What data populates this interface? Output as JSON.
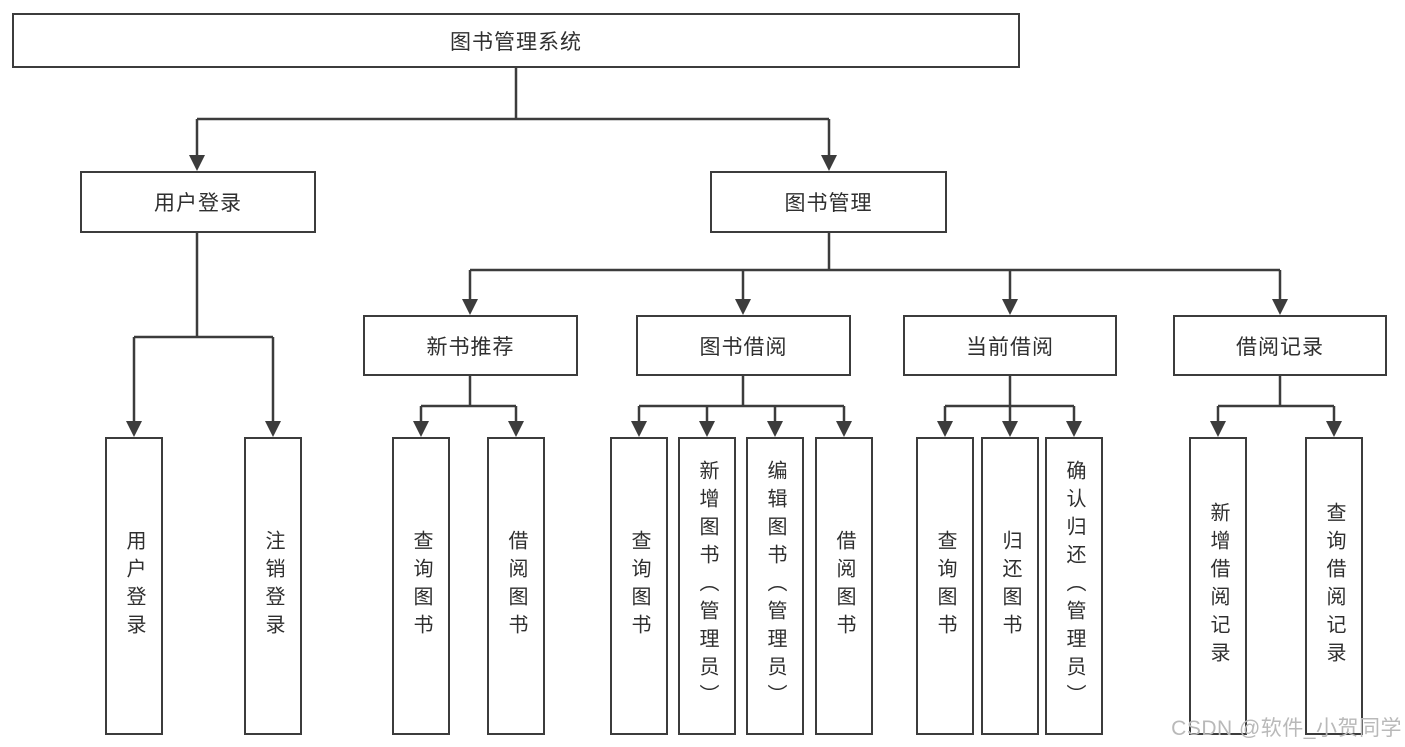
{
  "diagram": {
    "title": "图书管理系统",
    "root": {
      "label": "图书管理系统"
    },
    "user_login": {
      "label": "用户登录",
      "children": [
        {
          "label": "用户登录"
        },
        {
          "label": "注销登录"
        }
      ]
    },
    "book_management": {
      "label": "图书管理",
      "sections": [
        {
          "label": "新书推荐",
          "children": [
            {
              "label": "查询图书"
            },
            {
              "label": "借阅图书"
            }
          ]
        },
        {
          "label": "图书借阅",
          "children": [
            {
              "label": "查询图书"
            },
            {
              "label": "新增图书（管理员）"
            },
            {
              "label": "编辑图书（管理员）"
            },
            {
              "label": "借阅图书"
            }
          ]
        },
        {
          "label": "当前借阅",
          "children": [
            {
              "label": "查询图书"
            },
            {
              "label": "归还图书"
            },
            {
              "label": "确认归还（管理员）"
            }
          ]
        },
        {
          "label": "借阅记录",
          "children": [
            {
              "label": "新增借阅记录"
            },
            {
              "label": "查询借阅记录"
            }
          ]
        }
      ]
    },
    "colors": {
      "line": "#3c3c3c",
      "text": "#2f2f2f",
      "watermark": "#b9b9b9",
      "background": "#ffffff"
    }
  },
  "watermark": {
    "text": "CSDN @软件_小贺同学"
  }
}
